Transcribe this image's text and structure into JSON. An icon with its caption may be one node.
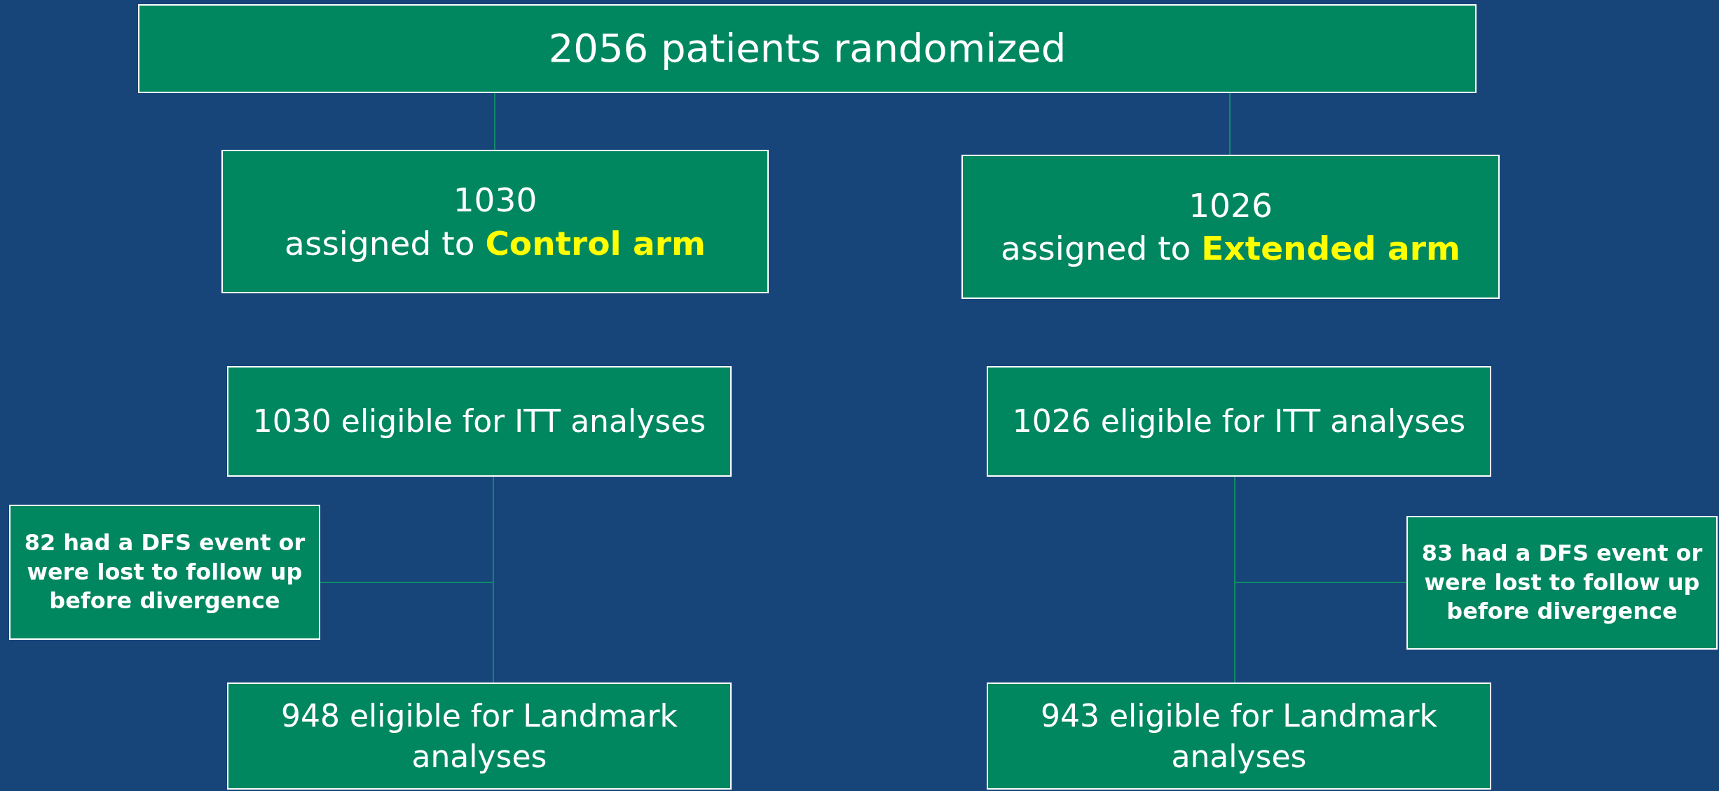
{
  "diagram": {
    "nodes": [
      {
        "text": [
          "2056 patients randomized"
        ]
      },
      {
        "text": [
          "1030",
          "assigned to **Control arm**"
        ]
      },
      {
        "text": [
          "1026",
          "assigned to **Extended arm**"
        ]
      },
      {
        "text": [
          "1030 eligible for ITT analyses"
        ]
      },
      {
        "text": [
          "1026 eligible for ITT analyses"
        ]
      },
      {
        "text": [
          "82 had a DFS event or were lost to follow up before divergence"
        ]
      },
      {
        "text": [
          "83 had a DFS event or were lost to follow up before divergence"
        ]
      },
      {
        "text": [
          "948 eligible for Landmark analyses"
        ]
      },
      {
        "text": [
          "943 eligible for Landmark analyses"
        ]
      }
    ],
    "edges": [
      {
        "from": 0,
        "to": 1,
        "arrow": "none"
      },
      {
        "from": 0,
        "to": 2,
        "arrow": "none"
      },
      {
        "from": 3,
        "to": 7,
        "arrow": "none"
      },
      {
        "from": 3,
        "to": 5,
        "arrow": "none"
      },
      {
        "from": 4,
        "to": 8,
        "arrow": "none"
      },
      {
        "from": 4,
        "to": 6,
        "arrow": "none"
      }
    ]
  }
}
